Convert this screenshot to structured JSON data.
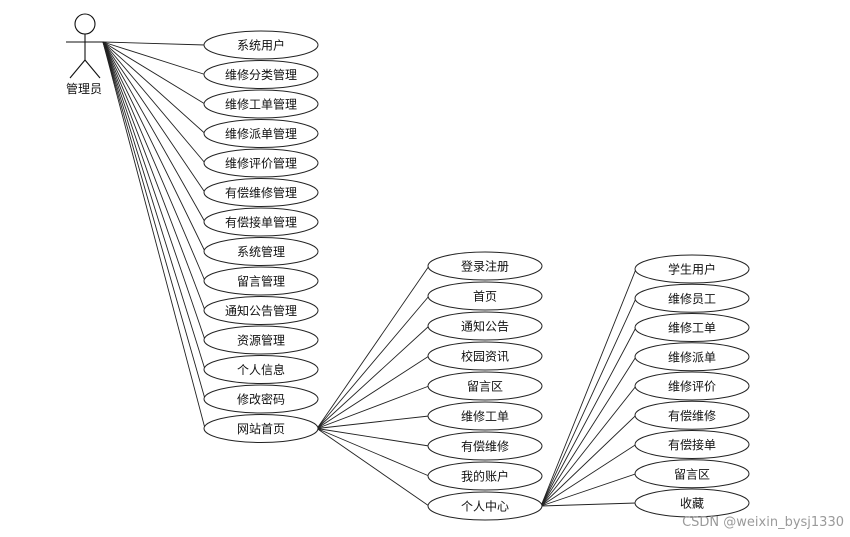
{
  "actor": {
    "label": "管理员"
  },
  "admin_usecases": [
    "系统用户",
    "维修分类管理",
    "维修工单管理",
    "维修派单管理",
    "维修评价管理",
    "有偿维修管理",
    "有偿接单管理",
    "系统管理",
    "留言管理",
    "通知公告管理",
    "资源管理",
    "个人信息",
    "修改密码",
    "网站首页"
  ],
  "site_usecases": [
    "登录注册",
    "首页",
    "通知公告",
    "校园资讯",
    "留言区",
    "维修工单",
    "有偿维修",
    "我的账户",
    "个人中心"
  ],
  "center_usecases": [
    "学生用户",
    "维修员工",
    "维修工单",
    "维修派单",
    "维修评价",
    "有偿维修",
    "有偿接单",
    "留言区",
    "收藏"
  ],
  "watermark": "CSDN @weixin_bysj1330"
}
